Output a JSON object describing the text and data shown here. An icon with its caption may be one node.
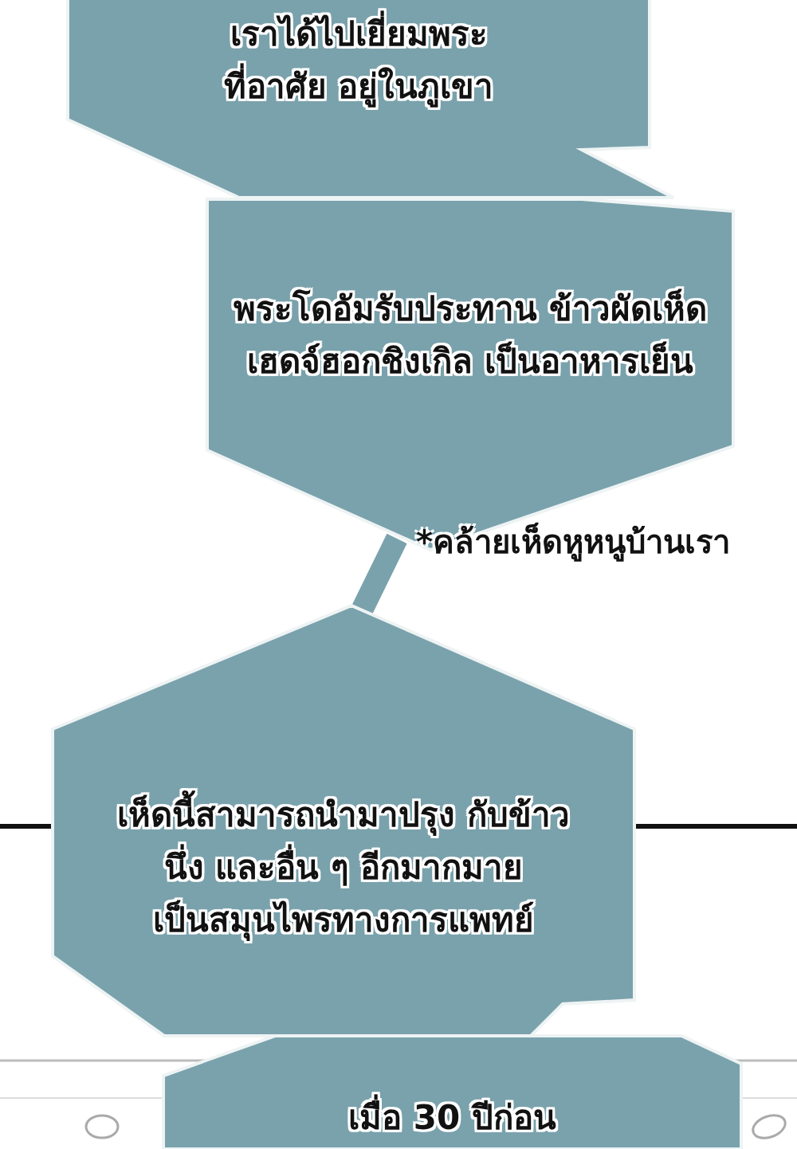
{
  "diagram": {
    "nodes": [
      {
        "text": [
          "เราได้ไปเยี่ยมพระที่อาศัย อยู่ในภูเขา"
        ]
      },
      {
        "text": [
          "พระโดอัมรับประทาน ข้าวผัดเห็ดเฮดจ์ฮอกชิงเกิล เป็นอาหารเย็น"
        ],
        "beside": [
          "*คล้ายเห็ดหูหนูบ้านเรา"
        ]
      },
      {
        "text": [
          "เห็ดนี้สามารถนำมาปรุง กับข้าว นึ่ง และอื่น ๆ อีกมากมาย เป็นสมุนไพรทางการแพทย์"
        ]
      },
      {
        "text": [
          "เมื่อ 30 ปีก่อน"
        ]
      }
    ],
    "edges": [
      {
        "from": 1,
        "to": 2,
        "arrow": "none"
      }
    ]
  }
}
